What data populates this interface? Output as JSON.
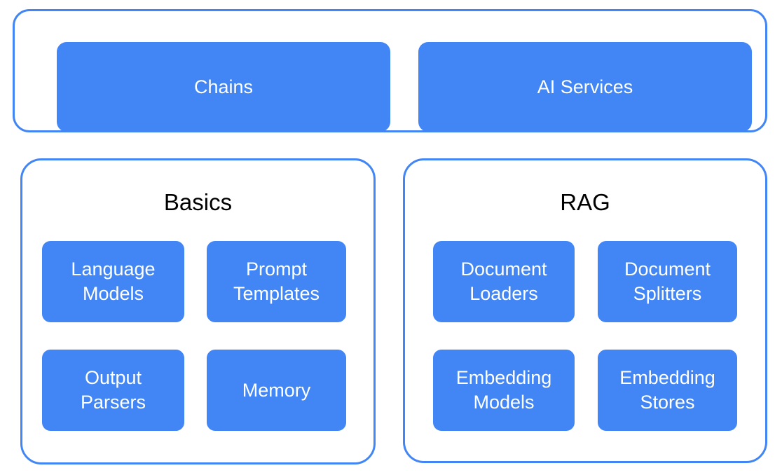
{
  "diagram": {
    "title": "",
    "colors": {
      "node_fill": "#4285f4",
      "group_border": "#4285f4",
      "node_text": "#ffffff",
      "group_title_text": "#000000",
      "background": "#ffffff"
    },
    "groups": [
      {
        "id": "layer",
        "title": "",
        "nodes": [
          {
            "id": "chains",
            "label": "Chains"
          },
          {
            "id": "ai-services",
            "label": "AI Services"
          }
        ]
      },
      {
        "id": "basics",
        "title": "Basics",
        "nodes": [
          {
            "id": "language-models",
            "label": "Language\nModels"
          },
          {
            "id": "prompt-templates",
            "label": "Prompt\nTemplates"
          },
          {
            "id": "output-parsers",
            "label": "Output\nParsers"
          },
          {
            "id": "memory",
            "label": "Memory"
          }
        ]
      },
      {
        "id": "rag",
        "title": "RAG",
        "nodes": [
          {
            "id": "document-loaders",
            "label": "Document\nLoaders"
          },
          {
            "id": "document-splitters",
            "label": "Document\nSplitters"
          },
          {
            "id": "embedding-models",
            "label": "Embedding\nModels"
          },
          {
            "id": "embedding-stores",
            "label": "Embedding\nStores"
          }
        ]
      }
    ]
  }
}
